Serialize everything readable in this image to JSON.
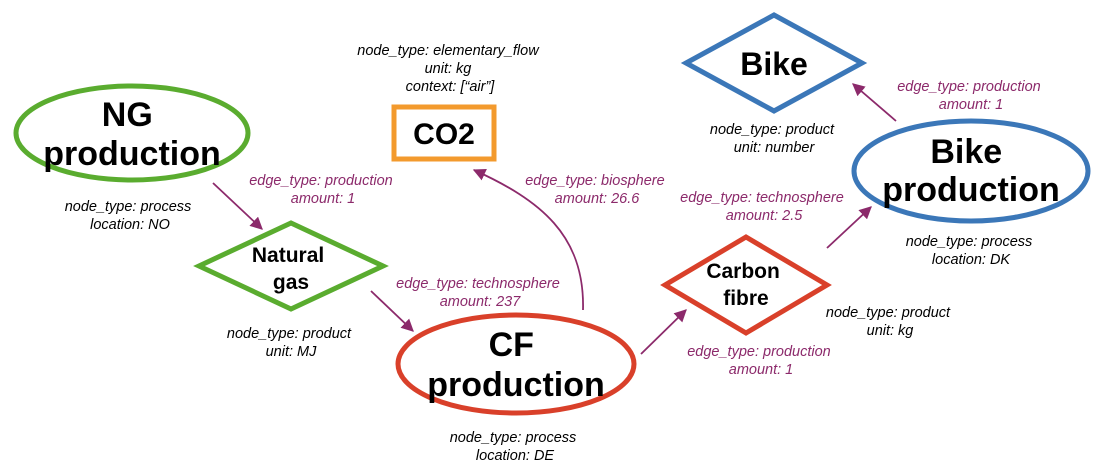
{
  "colors": {
    "green": "#5aac2f",
    "orange": "#f39a2d",
    "blue": "#3b77b8",
    "red": "#d9402a",
    "edge": "#8c2a6b"
  },
  "nodes": {
    "ng_production": {
      "label_lines": [
        "NG",
        "production"
      ],
      "shape": "ellipse",
      "color": "green",
      "meta": [
        "node_type: process",
        "location: NO"
      ]
    },
    "natural_gas": {
      "label_lines": [
        "Natural",
        "gas"
      ],
      "shape": "diamond",
      "color": "green",
      "meta": [
        "node_type: product",
        "unit: MJ"
      ]
    },
    "co2": {
      "label_lines": [
        "CO2"
      ],
      "shape": "rectangle",
      "color": "orange",
      "meta": [
        "node_type: elementary_flow",
        "unit: kg",
        "context: [“air”]"
      ]
    },
    "cf_production": {
      "label_lines": [
        "CF",
        "production"
      ],
      "shape": "ellipse",
      "color": "red",
      "meta": [
        "node_type: process",
        "location: DE"
      ]
    },
    "carbon_fibre": {
      "label_lines": [
        "Carbon",
        "fibre"
      ],
      "shape": "diamond",
      "color": "red",
      "meta": [
        "node_type: product",
        "unit: kg"
      ]
    },
    "bike": {
      "label_lines": [
        "Bike"
      ],
      "shape": "diamond",
      "color": "blue",
      "meta": [
        "node_type: product",
        "unit: number"
      ]
    },
    "bike_production": {
      "label_lines": [
        "Bike",
        "production"
      ],
      "shape": "ellipse",
      "color": "blue",
      "meta": [
        "node_type: process",
        "location: DK"
      ]
    }
  },
  "edges": [
    {
      "id": "ng-to-gas",
      "from": "ng_production",
      "to": "natural_gas",
      "lines": [
        "edge_type: production",
        "amount: 1"
      ]
    },
    {
      "id": "gas-to-cf",
      "from": "natural_gas",
      "to": "cf_production",
      "lines": [
        "edge_type: technosphere",
        "amount: 237"
      ]
    },
    {
      "id": "cf-to-co2",
      "from": "cf_production",
      "to": "co2",
      "lines": [
        "edge_type: biosphere",
        "amount: 26.6"
      ]
    },
    {
      "id": "cf-to-fibre",
      "from": "cf_production",
      "to": "carbon_fibre",
      "lines": [
        "edge_type: production",
        "amount: 1"
      ]
    },
    {
      "id": "fibre-to-bikeprod",
      "from": "carbon_fibre",
      "to": "bike_production",
      "lines": [
        "edge_type: technosphere",
        "amount: 2.5"
      ]
    },
    {
      "id": "bikeprod-to-bike",
      "from": "bike_production",
      "to": "bike",
      "lines": [
        "edge_type: production",
        "amount: 1"
      ]
    }
  ]
}
